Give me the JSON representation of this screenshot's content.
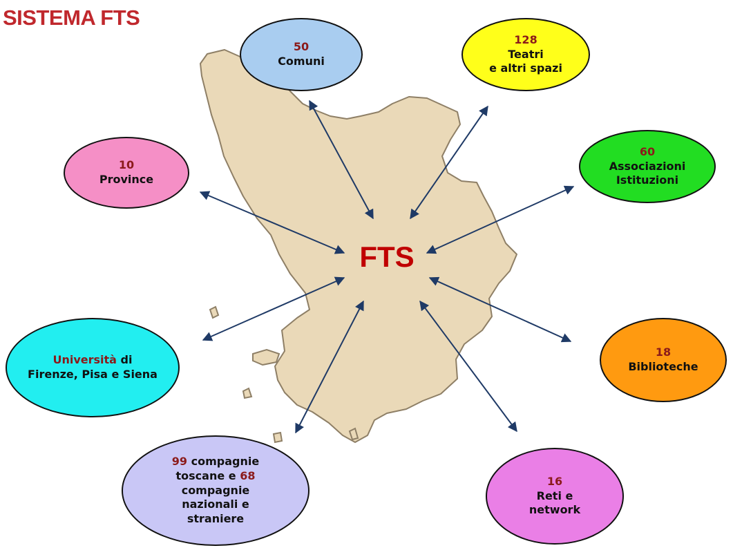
{
  "title": "SISTEMA FTS",
  "center": "FTS",
  "colors": {
    "title": "#c0282d",
    "number": "#8b1a1a",
    "map_fill": "#ead9b8",
    "map_stroke": "#8e7f66",
    "arrow": "#1f3a66"
  },
  "nodes": {
    "comuni": {
      "num": "50",
      "line1": "Comuni",
      "color": "#a9cdf0"
    },
    "teatri": {
      "num": "128",
      "line1": "Teatri",
      "line2": "e altri spazi",
      "color": "#ffff1a"
    },
    "province": {
      "num": "10",
      "line1": "Province",
      "color": "#f58fc6"
    },
    "associazioni": {
      "num": "60",
      "line1": "Associazioni",
      "line2": "Istituzioni",
      "color": "#22dd22"
    },
    "universita": {
      "part1": "Università",
      "part2": " di",
      "line2": "Firenze, Pisa e Siena",
      "color": "#22eef0"
    },
    "biblioteche": {
      "num": "18",
      "line1": "Biblioteche",
      "color": "#ff9a10"
    },
    "compagnie": {
      "num1": "99",
      "part1": " compagnie",
      "part2": "toscane e ",
      "num2": "68",
      "line3": "compagnie",
      "line4": "nazionali e",
      "line5": "straniere",
      "color": "#c9c7f6"
    },
    "reti": {
      "num": "16",
      "line1": "Reti e",
      "line2": "network",
      "color": "#ea7fe6"
    }
  }
}
